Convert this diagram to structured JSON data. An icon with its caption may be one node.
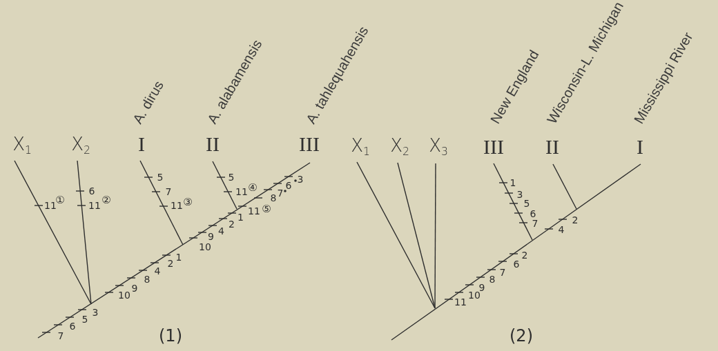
{
  "diagram": {
    "nodes": [
      {
        "text": [
          "X$_{1}$"
        ]
      },
      {
        "text": [
          "X$_{2}$"
        ]
      },
      {
        "text": [
          "I"
        ],
        "beside": [
          "A. dirus"
        ]
      },
      {
        "text": [
          "II"
        ],
        "beside": [
          "A. alabamensis"
        ]
      },
      {
        "text": [
          "III"
        ],
        "beside": [
          "A. tahlequahensis"
        ]
      },
      {
        "text": [
          "X$_{1}$"
        ]
      },
      {
        "text": [
          "X$_{2}$"
        ]
      },
      {
        "text": [
          "X$_{3}$"
        ]
      },
      {
        "text": [
          "III"
        ],
        "beside": [
          "New England"
        ]
      },
      {
        "text": [
          "II"
        ],
        "beside": [
          "Wisconsin-L. Michigan"
        ]
      },
      {
        "text": [
          "I"
        ],
        "beside": [
          "Mississippi River"
        ]
      }
    ],
    "labels": [
      "11",
      "①",
      "6",
      "11",
      "②",
      "5",
      "7",
      "11",
      "③",
      "5",
      "11",
      "④",
      "7",
      "6",
      "5",
      "3",
      "10",
      "9",
      "8",
      "4",
      "2",
      "1",
      "10",
      "9",
      "4",
      "2",
      "1",
      "11",
      "⑤",
      "8",
      "7",
      "6",
      "3",
      "(1)",
      "1",
      "3",
      "5",
      "6",
      "7",
      "11",
      "10",
      "9",
      "8",
      "7",
      "6",
      "2",
      "4",
      "2",
      "(2)"
    ]
  }
}
